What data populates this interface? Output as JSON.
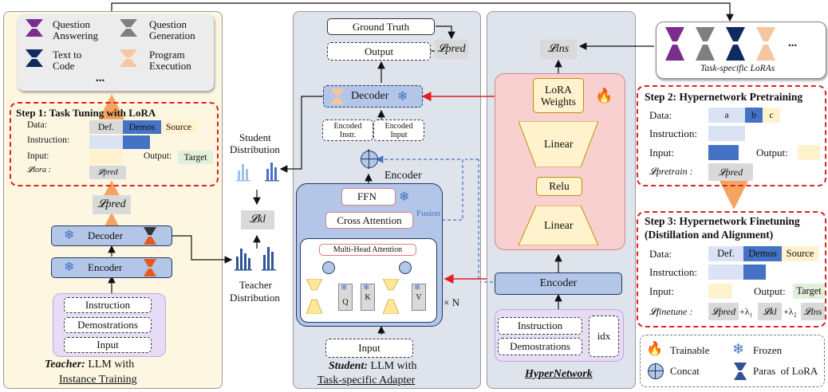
{
  "teacher": {
    "tasks": [
      "Question Answering",
      "Question Generation",
      "Text to Code",
      "Program Execution",
      "..."
    ],
    "step1": {
      "title": "Step 1: Task Tuning with LoRA",
      "data_label": "Data:",
      "data_cells": [
        "Def.",
        "Demos",
        "Source"
      ],
      "instruction_label": "Instruction:",
      "input_label": "Input:",
      "output_label": "Output:",
      "output_cell": "Target",
      "loss_label": "𝓛lora :",
      "loss_cell": "𝓛pred"
    },
    "loss_pred": "𝓛pred",
    "decoder": "Decoder",
    "encoder": "Encoder",
    "inputs": [
      "Instruction",
      "Demostrations",
      "Input"
    ],
    "caption_italic": "Teacher:",
    "caption_rest": " LLM with",
    "caption_line2": "Instance Training"
  },
  "middle": {
    "student_distribution": [
      "Student",
      "Distribution"
    ],
    "loss_kl": "𝓛kl",
    "teacher_distribution": [
      "Teacher",
      "Distribution"
    ]
  },
  "student": {
    "ground_truth": "Ground Truth",
    "output": "Output",
    "loss_pred": "𝓛pred",
    "decoder": "Decoder",
    "encoded_instr": [
      "Encoded",
      "Instr."
    ],
    "encoded_input": [
      "Encoded",
      "Input"
    ],
    "encoder": "Encoder",
    "ffn": "FFN",
    "cross_attention": "Cross Attention",
    "fusion": "Fusion",
    "mha": "Multi-Head Attention",
    "q": "Q",
    "k": "K",
    "v": "V",
    "times_n": "× N",
    "input": "Input",
    "caption_italic": "Student:",
    "caption_rest": " LLM with",
    "caption_line2": "Task-specific Adapter"
  },
  "hypernet": {
    "loss_ins": "𝓛ins",
    "lora_weights": [
      "LoRA",
      "Weights"
    ],
    "linear_top": "Linear",
    "relu": "Relu",
    "linear_bottom": "Linear",
    "encoder": "Encoder",
    "instruction": "Instruction",
    "demostrations": "Demostrations",
    "idx": "idx",
    "caption": "HyperNetwork"
  },
  "right": {
    "task_loras_caption": "Task-specific LoRAs",
    "ellipsis": "...",
    "step2": {
      "title": "Step 2: Hypernetwork Pretraining",
      "data_label": "Data:",
      "data_cells": [
        "a",
        "b",
        "c"
      ],
      "instruction_label": "Instruction:",
      "input_label": "Input:",
      "output_label": "Output:",
      "loss_label": "𝓛pretrain :",
      "loss_cell": "𝓛pred"
    },
    "step3": {
      "title": "Step 3: Hypernetwork Finetuning",
      "subtitle": "(Distillation and Alignment)",
      "data_label": "Data:",
      "data_cells": [
        "Def.",
        "Demos",
        "Source"
      ],
      "instruction_label": "Instruction:",
      "input_label": "Input:",
      "output_label": "Output:",
      "output_cell": "Target",
      "loss_label": "𝓛finetune :",
      "loss_terms": [
        "𝓛pred",
        "+λ₁",
        "𝓛kl",
        "+λ₂",
        "𝓛ins"
      ]
    },
    "legend": {
      "trainable": "Trainable",
      "frozen": "Frozen",
      "concat": "Concat",
      "paras": "Paras  of LoRA"
    }
  },
  "colors": {
    "teacher_bg": "#fdf7e2",
    "student_bg": "#dfe3ec",
    "hyper_bg": "#dfe3ec",
    "blue_box": "#b3c6e7",
    "red_dash": "#e02020",
    "purple": "#7b2c8f",
    "navy": "#0e2a5e",
    "peach": "#f6c6a0",
    "gray": "#7f7f7f"
  },
  "icons": [
    "snowflake-icon",
    "flame-icon",
    "concat-icon",
    "lora-hourglass-icon"
  ]
}
